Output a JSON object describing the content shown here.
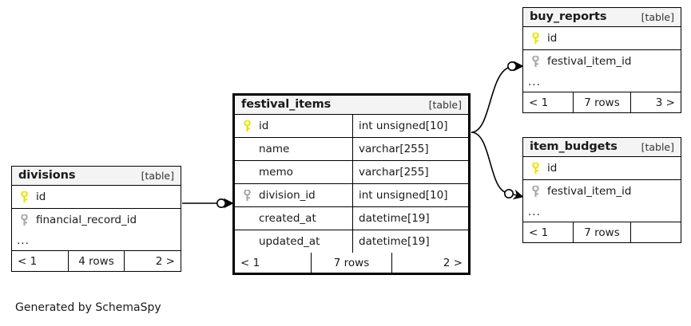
{
  "diagram": {
    "caption": "Generated by SchemaSpy",
    "kind_label": "[table]",
    "ellipsis": "...",
    "colors": {
      "primary_key": "#e6e600",
      "foreign_key": "#a8a8a8",
      "header_background": "#f4f4f4",
      "border": "#000000",
      "canvas": "#ffffff"
    },
    "tables": {
      "divisions": {
        "name": "divisions",
        "kind": "[table]",
        "focused": false,
        "columns": [
          {
            "key": "primary",
            "name": "id"
          },
          {
            "key": "foreign",
            "name": "financial_record_id"
          }
        ],
        "footer": {
          "prev": "< 1",
          "rows": "4 rows",
          "next": "2 >"
        }
      },
      "festival_items": {
        "name": "festival_items",
        "kind": "[table]",
        "focused": true,
        "columns": [
          {
            "key": "primary",
            "name": "id",
            "type": "int unsigned[10]"
          },
          {
            "key": "none",
            "name": "name",
            "type": "varchar[255]"
          },
          {
            "key": "none",
            "name": "memo",
            "type": "varchar[255]"
          },
          {
            "key": "foreign",
            "name": "division_id",
            "type": "int unsigned[10]"
          },
          {
            "key": "none",
            "name": "created_at",
            "type": "datetime[19]"
          },
          {
            "key": "none",
            "name": "updated_at",
            "type": "datetime[19]"
          }
        ],
        "footer": {
          "prev": "< 1",
          "rows": "7 rows",
          "next": "2 >"
        }
      },
      "buy_reports": {
        "name": "buy_reports",
        "kind": "[table]",
        "focused": false,
        "columns": [
          {
            "key": "primary",
            "name": "id"
          },
          {
            "key": "foreign",
            "name": "festival_item_id"
          }
        ],
        "footer": {
          "prev": "< 1",
          "rows": "7 rows",
          "next": "3 >"
        }
      },
      "item_budgets": {
        "name": "item_budgets",
        "kind": "[table]",
        "focused": false,
        "columns": [
          {
            "key": "primary",
            "name": "id"
          },
          {
            "key": "foreign",
            "name": "festival_item_id"
          }
        ],
        "footer": {
          "prev": "< 1",
          "rows": "7 rows",
          "next": ""
        }
      }
    },
    "relationships": [
      {
        "from": "divisions.id",
        "to": "festival_items.division_id",
        "style": "straight"
      },
      {
        "from": "festival_items.id",
        "to": "buy_reports.festival_item_id",
        "style": "curve-up"
      },
      {
        "from": "festival_items.id",
        "to": "item_budgets.festival_item_id",
        "style": "curve-down"
      }
    ]
  }
}
